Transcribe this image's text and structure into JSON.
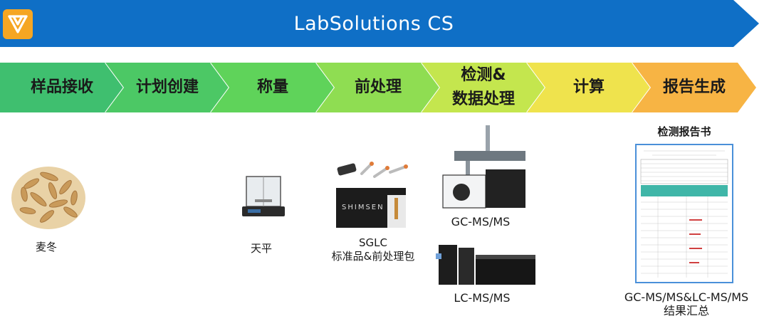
{
  "banner": {
    "title": "LabSolutions CS",
    "color": "#0f6fc6"
  },
  "logo": {
    "icon": "labsolutions-logo-icon",
    "color": "#f5a623"
  },
  "workflow": {
    "steps": [
      {
        "label": "样品接收",
        "color": "#3fbf6f"
      },
      {
        "label": "计划创建",
        "color": "#4cc865"
      },
      {
        "label": "称量",
        "color": "#5fd35a"
      },
      {
        "label": "前处理",
        "color": "#8fdd52"
      },
      {
        "label": "检测&\n数据处理",
        "color": "#c4e64e"
      },
      {
        "label": "计算",
        "color": "#efe34d"
      },
      {
        "label": "报告生成",
        "color": "#f7b444"
      }
    ]
  },
  "items": {
    "sample": {
      "label": "麦冬"
    },
    "balance": {
      "label": "天平"
    },
    "kit": {
      "label": "SGLC\n标准品&前处理包",
      "brand": "SHIMSEN"
    },
    "gc": {
      "label": "GC-MS/MS"
    },
    "lc": {
      "label": "LC-MS/MS"
    },
    "report": {
      "heading": "检测报告书",
      "label": "GC-MS/MS&LC-MS/MS\n结果汇总"
    }
  }
}
